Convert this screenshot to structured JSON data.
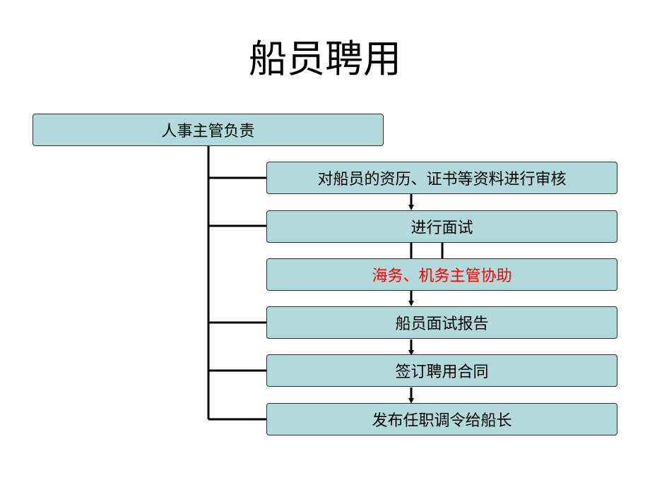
{
  "title": "船员聘用",
  "colors": {
    "box_fill": "#b2dadc",
    "box_border": "#2e2e2e",
    "line": "#000000",
    "highlight_text": "#ff0000"
  },
  "boxes": {
    "head": "人事主管负责",
    "review": "对船员的资历、证书等资料进行审核",
    "interview": "进行面试",
    "assist": "海务、机务主管协助",
    "report": "船员面试报告",
    "contract": "签订聘用合同",
    "appoint": "发布任职调令给船长"
  }
}
